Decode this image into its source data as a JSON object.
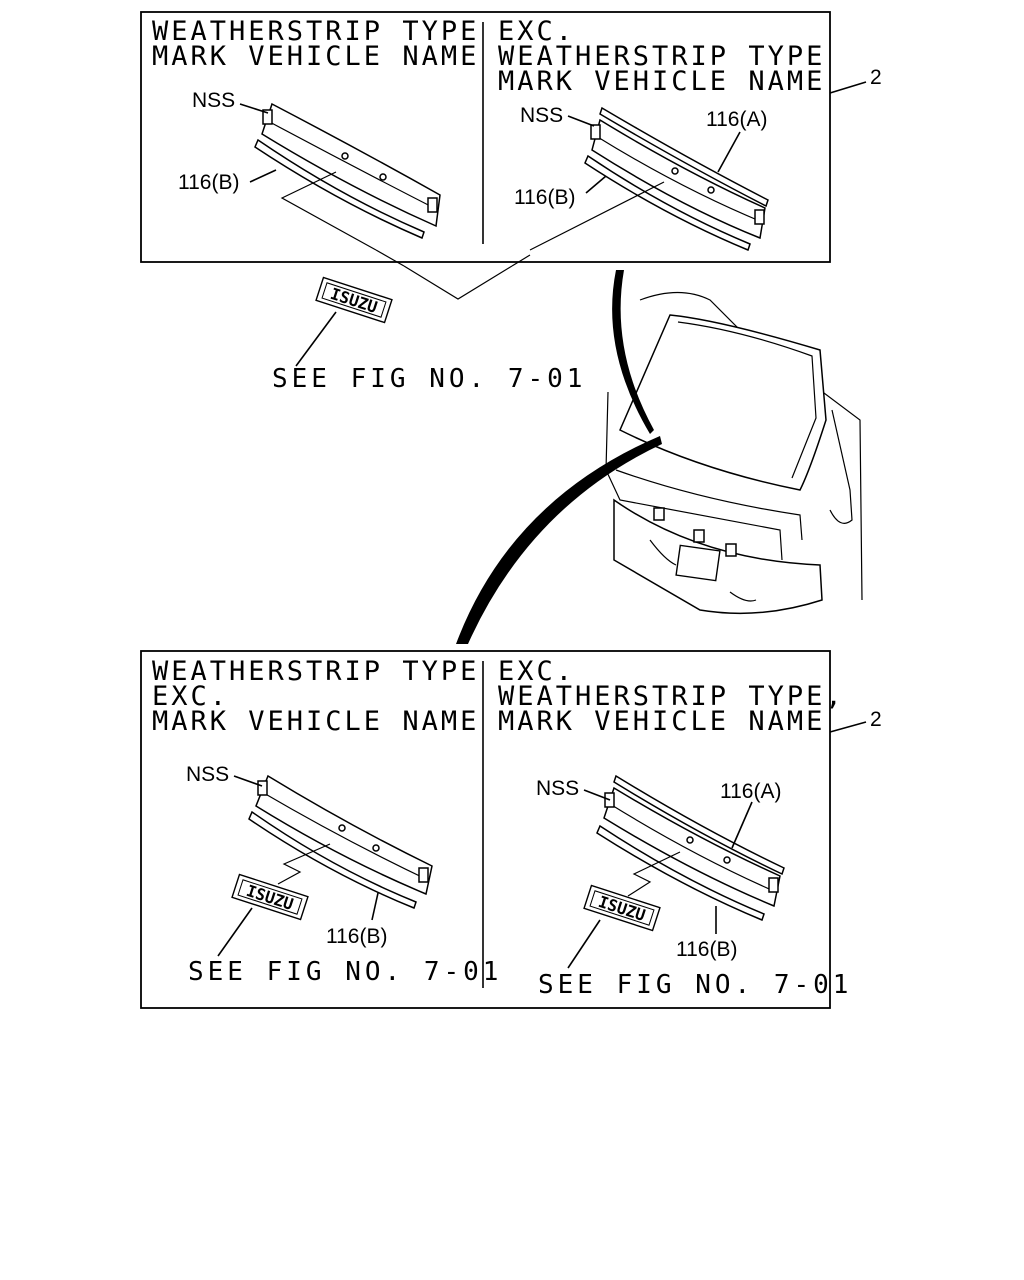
{
  "panels": [
    {
      "left": {
        "header": [
          "WEATHERSTRIP TYPE",
          "MARK VEHICLE NAME"
        ],
        "labels": {
          "nss": "NSS",
          "b": "116(B)"
        }
      },
      "right": {
        "header": [
          "EXC.",
          "WEATHERSTRIP TYPE",
          "MARK VEHICLE NAME"
        ],
        "labels": {
          "nss": "NSS",
          "a": "116(A)",
          "b": "116(B)"
        }
      },
      "callout": "2",
      "badge": "ISUZU",
      "see_fig": "SEE FIG NO. 7-01"
    },
    {
      "left": {
        "header": [
          "WEATHERSTRIP TYPE",
          "EXC.",
          "MARK VEHICLE NAME"
        ],
        "labels": {
          "nss": "NSS",
          "b": "116(B)"
        },
        "badge": "ISUZU",
        "see_fig": "SEE FIG NO. 7-01"
      },
      "right": {
        "header": [
          "EXC.",
          "WEATHERSTRIP TYPE,",
          "MARK VEHICLE NAME"
        ],
        "labels": {
          "nss": "NSS",
          "a": "116(A)",
          "b": "116(B)"
        },
        "badge": "ISUZU",
        "see_fig": "SEE FIG NO. 7-01"
      },
      "callout": "2"
    }
  ]
}
